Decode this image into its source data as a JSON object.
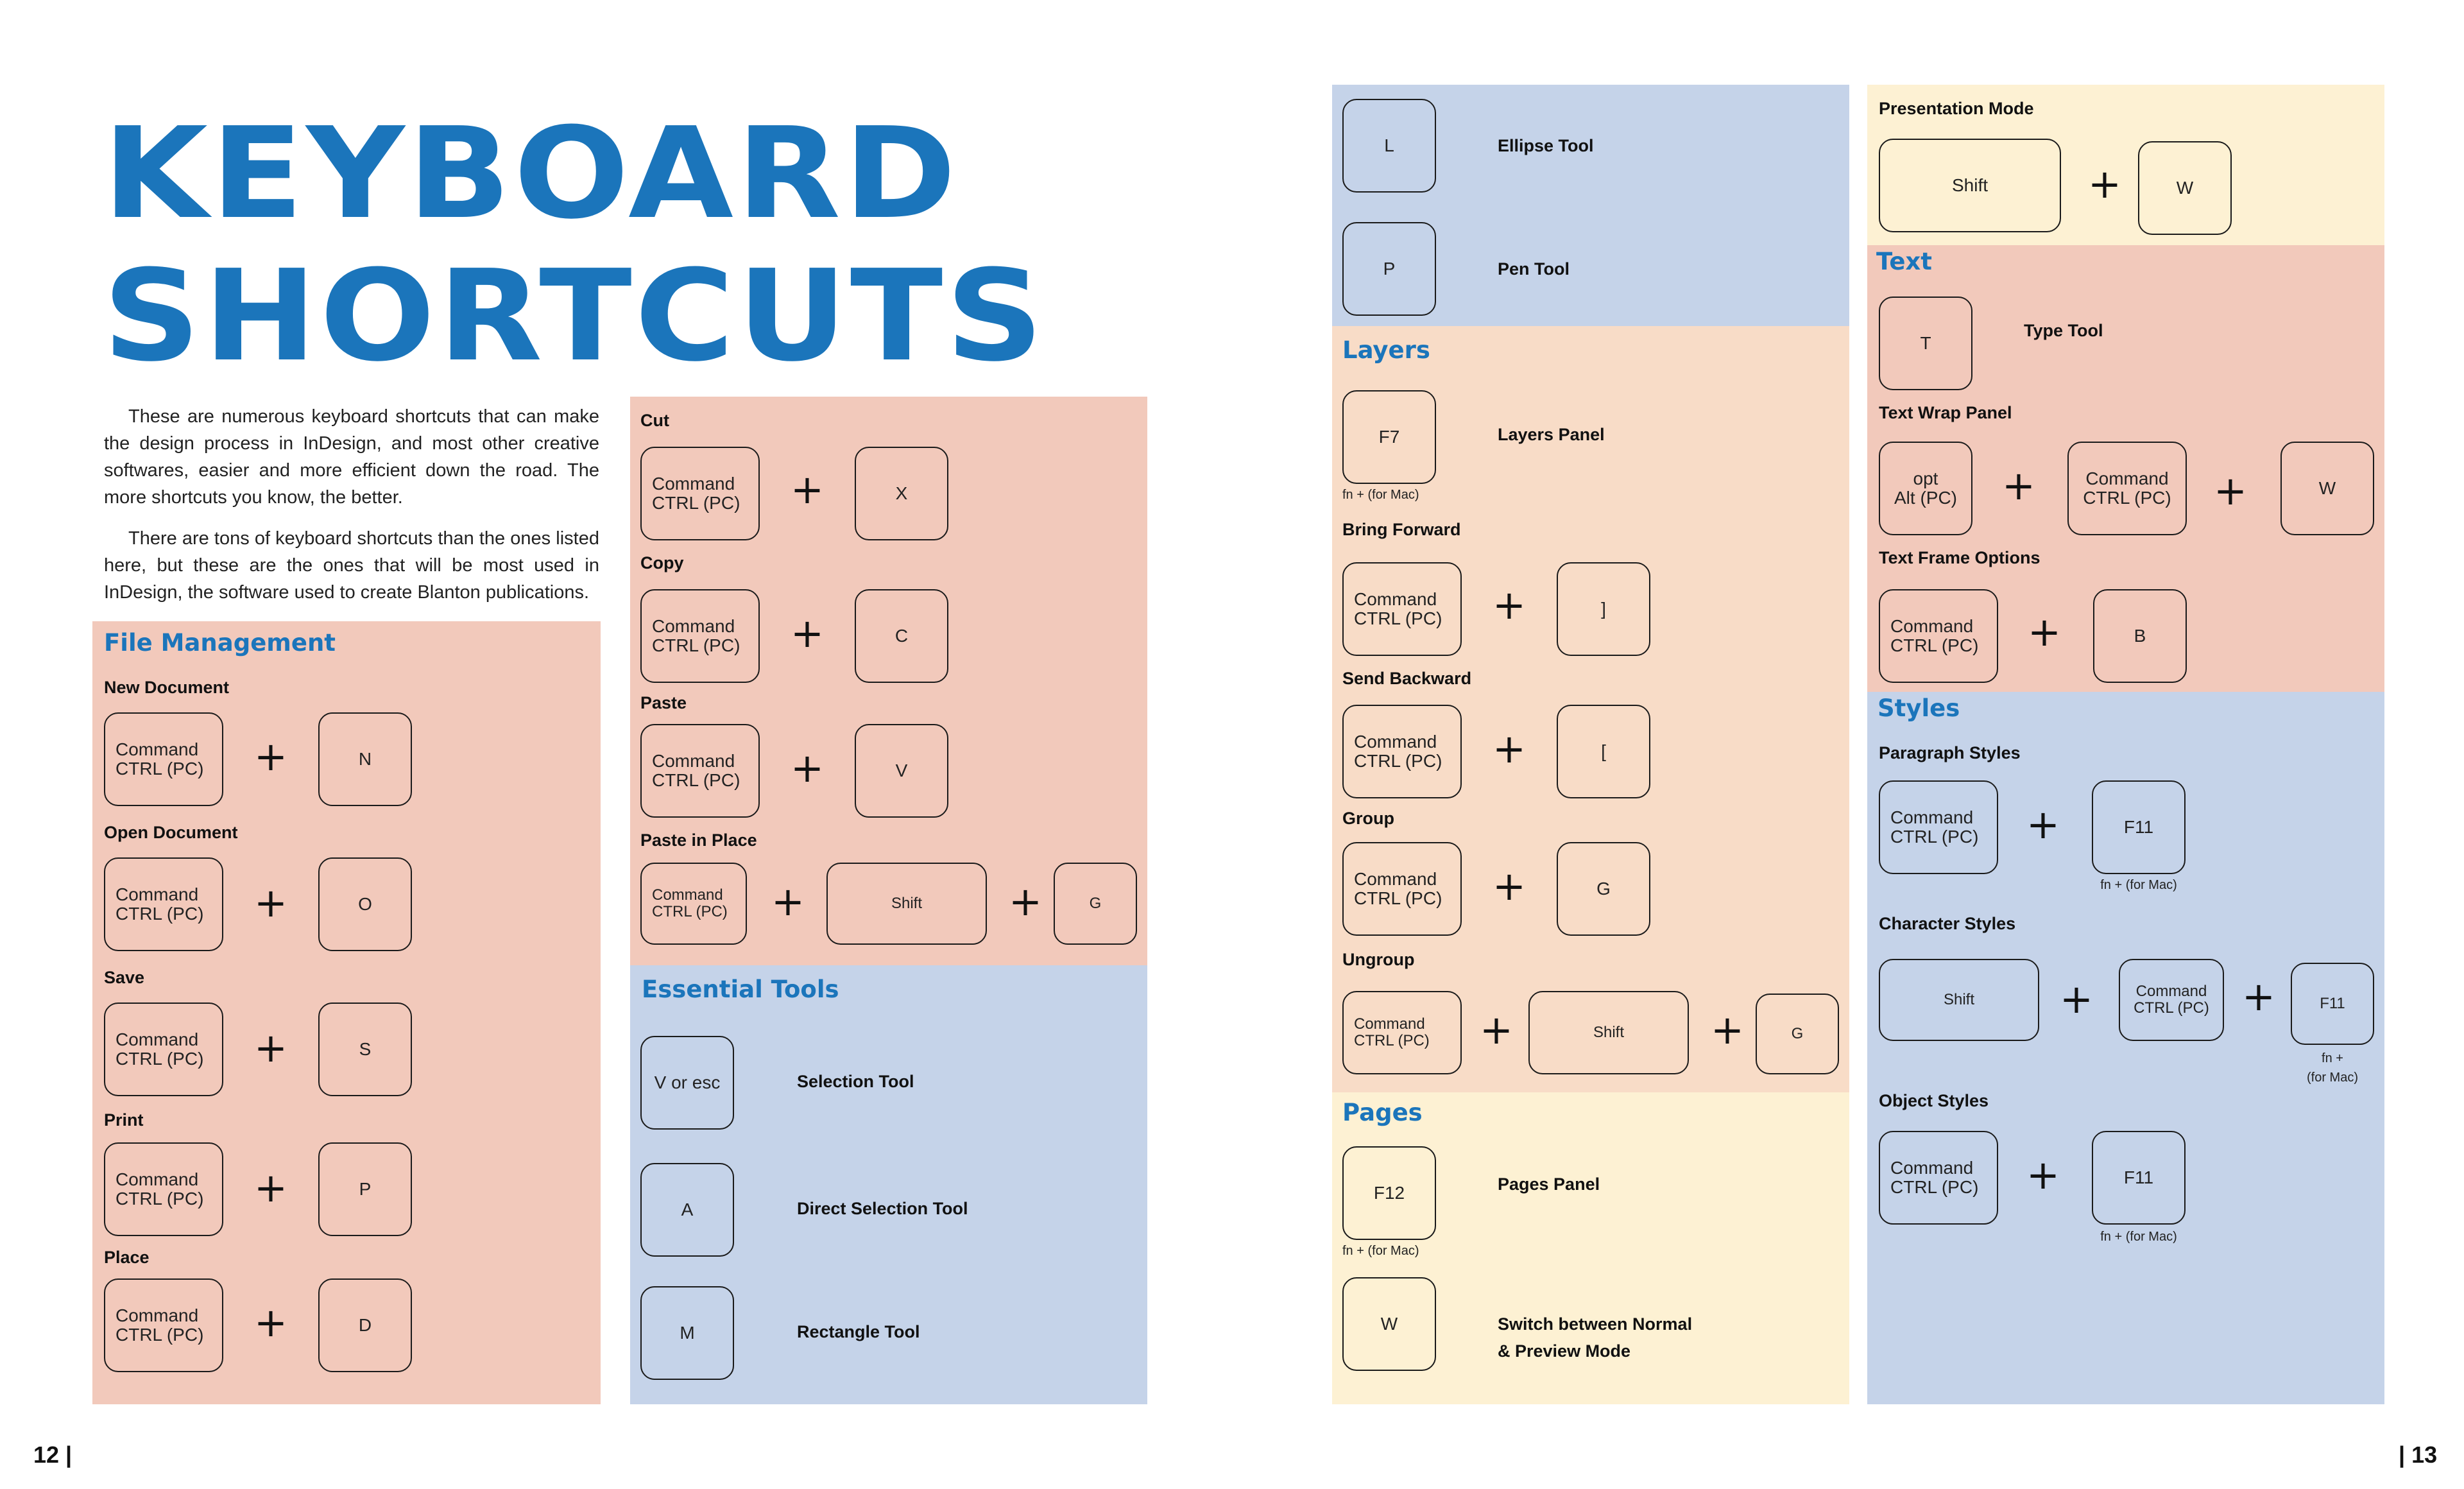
{
  "title": {
    "line1": "KEYBOARD",
    "line2": "SHORTCUTS"
  },
  "intro": {
    "p1": "These are numerous keyboard shortcuts that can make the design process in InDesign, and most other creative softwares, easier and more efficient down the road. The more shortcuts you know, the better.",
    "p2": "There are tons of keyboard shortcuts than the ones listed here, but these are the ones that will be most used in InDesign, the software used to create Blanton publications."
  },
  "plus": "+",
  "cmd": "Command\nCTRL (PC)",
  "file": {
    "heading": "File Management",
    "items": [
      {
        "label": "New Document",
        "key": "N"
      },
      {
        "label": "Open Document",
        "key": "O"
      },
      {
        "label": "Save",
        "key": "S"
      },
      {
        "label": "Print",
        "key": "P"
      },
      {
        "label": "Place",
        "key": "D"
      }
    ]
  },
  "edit": {
    "items": [
      {
        "label": "Cut",
        "key": "X"
      },
      {
        "label": "Copy",
        "key": "C"
      },
      {
        "label": "Paste",
        "key": "V"
      }
    ],
    "paste_in_place": {
      "label": "Paste in Place",
      "shift": "Shift",
      "key": "G"
    }
  },
  "essential": {
    "heading": "Essential Tools",
    "items": [
      {
        "key": "V or esc",
        "label": "Selection Tool"
      },
      {
        "key": "A",
        "label": "Direct Selection Tool"
      },
      {
        "key": "M",
        "label": "Rectangle Tool"
      }
    ]
  },
  "tools2": {
    "items": [
      {
        "key": "L",
        "label": "Ellipse Tool"
      },
      {
        "key": "P",
        "label": "Pen Tool"
      }
    ]
  },
  "layers": {
    "heading": "Layers",
    "panel": {
      "key": "F7",
      "label": "Layers Panel",
      "note": "fn + (for Mac)"
    },
    "bring_forward": {
      "label": "Bring Forward",
      "key": "]"
    },
    "send_backward": {
      "label": "Send Backward",
      "key": "["
    },
    "group": {
      "label": "Group",
      "key": "G"
    },
    "ungroup": {
      "label": "Ungroup",
      "shift": "Shift",
      "key": "G"
    }
  },
  "pages": {
    "heading": "Pages",
    "panel": {
      "key": "F12",
      "label": "Pages Panel",
      "note": "fn + (for Mac)"
    },
    "switch": {
      "key": "W",
      "label": "Switch between Normal\n& Preview Mode"
    }
  },
  "presentation": {
    "label": "Presentation Mode",
    "shift": "Shift",
    "key": "W"
  },
  "text": {
    "heading": "Text",
    "type_tool": {
      "key": "T",
      "label": "Type Tool"
    },
    "wrap": {
      "label": "Text Wrap Panel",
      "opt": "opt\nAlt (PC)",
      "key": "W"
    },
    "frame": {
      "label": "Text Frame Options",
      "key": "B"
    }
  },
  "styles": {
    "heading": "Styles",
    "paragraph": {
      "label": "Paragraph Styles",
      "key": "F11",
      "note": "fn + (for Mac)"
    },
    "character": {
      "label": "Character Styles",
      "shift": "Shift",
      "key": "F11",
      "note": "fn +\n(for Mac)"
    },
    "object": {
      "label": "Object Styles",
      "key": "F11",
      "note": "fn + (for Mac)"
    }
  },
  "page_numbers": {
    "left": "12 |",
    "right": "| 13"
  }
}
